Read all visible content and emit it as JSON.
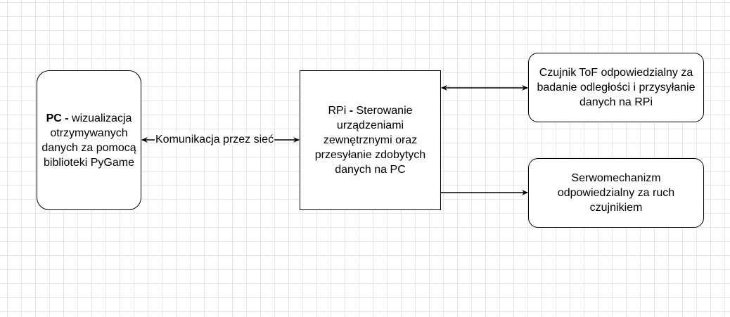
{
  "diagram": {
    "nodes": {
      "pc": {
        "prefix": "PC",
        "separator": " - ",
        "text": "wizualizacja otrzymywanych danych za pomocą biblioteki PyGame"
      },
      "rpi": {
        "prefix": "RPi",
        "separator": " - ",
        "text": "Sterowanie urządzeniami zewnętrznymi oraz przesyłanie zdobytych danych na PC"
      },
      "tof": {
        "text": "Czujnik ToF odpowiedzialny za badanie odległości i przysyłanie danych na RPi"
      },
      "servo": {
        "text": "Serwomechanizm odpowiedzialny za ruch czujnikiem"
      }
    },
    "edges": {
      "pc_rpi": {
        "label": "Komunikacja przez sieć",
        "direction": "bidirectional"
      },
      "rpi_tof": {
        "direction": "bidirectional"
      },
      "rpi_servo": {
        "direction": "to-servo"
      }
    },
    "colors": {
      "grid": "#e6e6e6",
      "stroke": "#000000",
      "background": "#ffffff"
    }
  }
}
